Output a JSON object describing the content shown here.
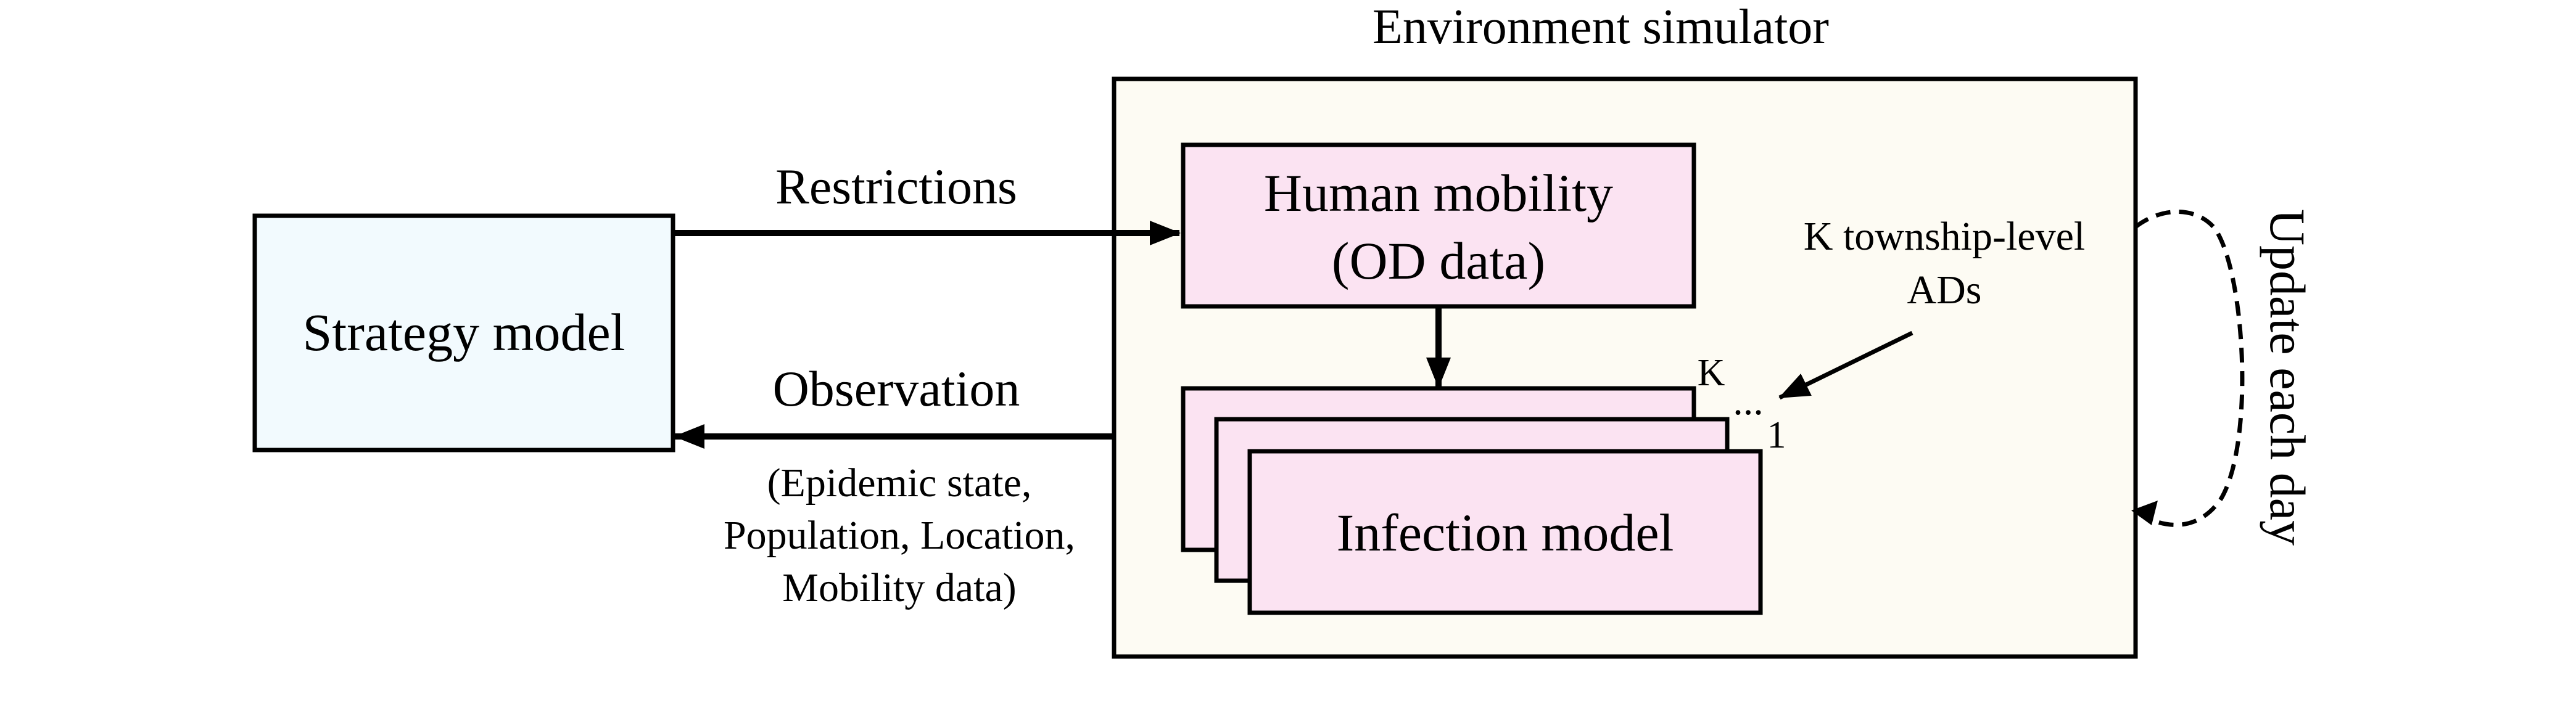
{
  "colors": {
    "stroke": "#000000",
    "strategy_fill": "#f2fafe",
    "environment_fill": "#fdfbf3",
    "mobility_fill": "#fbe3f2",
    "infection_fill": "#fbe3f2"
  },
  "environment": {
    "title": "Environment simulator"
  },
  "strategy": {
    "label": "Strategy model"
  },
  "edges": {
    "restrictions": "Restrictions",
    "observation": "Observation",
    "observation_details": [
      "(Epidemic state,",
      "Population, Location,",
      "Mobility data)"
    ]
  },
  "mobility": {
    "line1": "Human mobility",
    "line2": "(OD data)"
  },
  "infection": {
    "label": "Infection model",
    "stack_top": "K",
    "stack_ellipsis": "...",
    "stack_bottom": "1"
  },
  "annotation": {
    "line1": "K township-level",
    "line2": "ADs"
  },
  "loop": {
    "label": "Update each day"
  }
}
